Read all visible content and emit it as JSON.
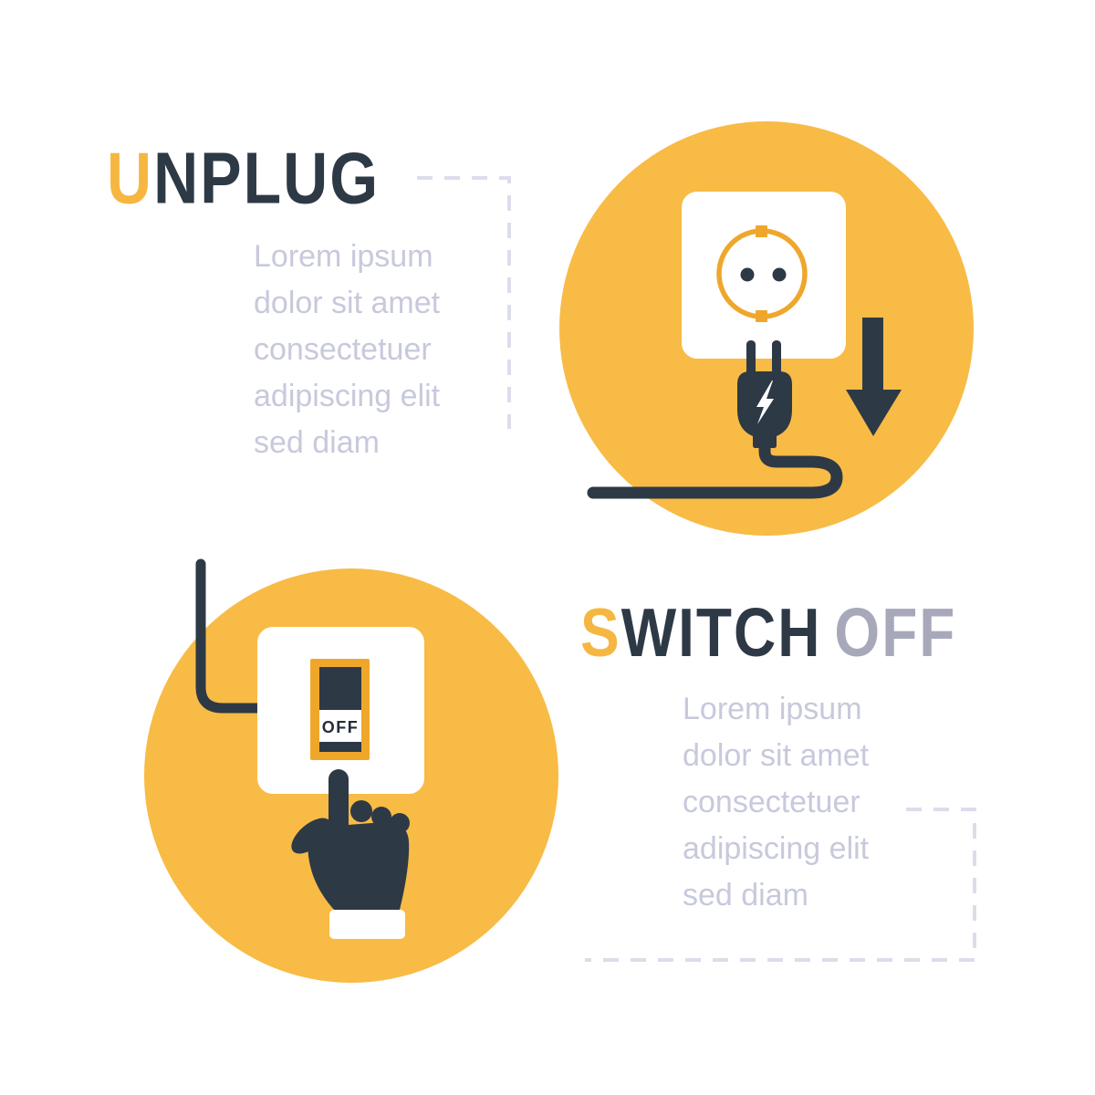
{
  "colors": {
    "yellow": "#F8BB45",
    "deep_yellow": "#EFA72B",
    "dark": "#2E3946",
    "accent": "#F5B741",
    "muted": "#C7C9DC",
    "dash": "#DCDDEB",
    "title_gray": "#A7A9BA"
  },
  "sections": [
    {
      "title_first": "U",
      "title_rest": "NPLUG",
      "lines": [
        "Lorem ipsum",
        "dolor sit amet",
        "consectetuer",
        "adipiscing elit",
        "sed diam"
      ]
    },
    {
      "title_first": "S",
      "title_rest": "WITCH",
      "title_suffix": "OFF",
      "lines": [
        "Lorem ipsum",
        "dolor sit amet",
        "consectetuer",
        "adipiscing elit",
        "sed diam"
      ]
    }
  ],
  "switch_label": "OFF"
}
